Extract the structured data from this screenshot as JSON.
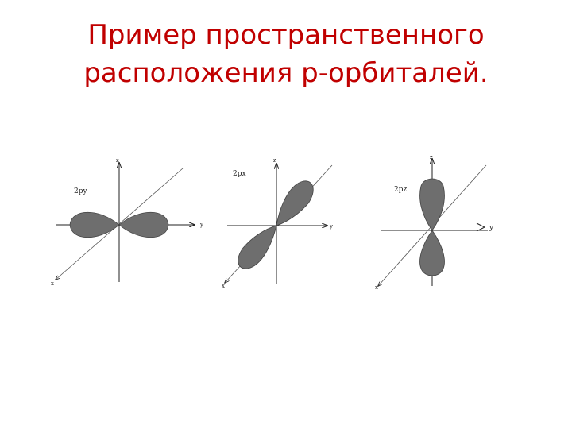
{
  "title": {
    "line1": "Пример пространственного",
    "line2": "расположения р-орбиталей."
  },
  "diagrams": [
    {
      "orbital_label": "2py",
      "axis_z": "z",
      "axis_y": "y",
      "axis_x": "x"
    },
    {
      "orbital_label": "2px",
      "axis_z": "z",
      "axis_y": "y",
      "axis_x": "x"
    },
    {
      "orbital_label": "2pz",
      "axis_z": "z",
      "axis_y": "y",
      "axis_x": "x"
    }
  ],
  "colors": {
    "title": "#c00000",
    "lobe": "#6e6e6e"
  }
}
